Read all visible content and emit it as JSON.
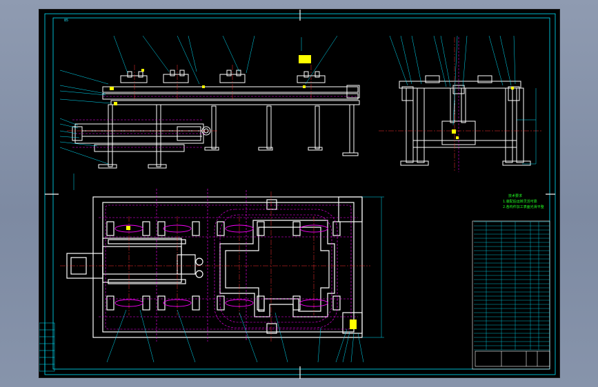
{
  "colors": {
    "background": "#000000",
    "frame": "#00e5ff",
    "structure": "#ffffff",
    "hidden_lines": "#ff00ff",
    "center_lines": "#ff3030",
    "notes": "#22ff22",
    "highlight": "#ffff00"
  },
  "notes": {
    "title": "技术要求",
    "line1": "1.装配后运转灵活可靠",
    "line2": "2.各构件加工表面光滑平整"
  },
  "sheet_mark": "85"
}
